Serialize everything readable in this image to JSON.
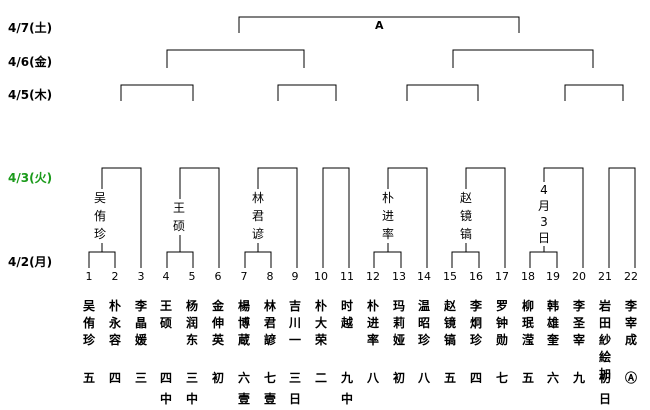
{
  "dates": [
    "4/7(土)",
    "4/6(金)",
    "4/5(木)",
    "4/3(火)",
    "4/2(月)"
  ],
  "final_winner": "A",
  "slots": [
    {
      "num": "1",
      "name": "吴侑珍",
      "rank": "五"
    },
    {
      "num": "2",
      "name": "朴永容",
      "rank": "四"
    },
    {
      "num": "3",
      "name": "李晶媛",
      "rank": "三"
    },
    {
      "num": "4",
      "name": "王硕",
      "rank": "四中"
    },
    {
      "num": "5",
      "name": "杨润东",
      "rank": "三中"
    },
    {
      "num": "6",
      "name": "金伸英",
      "rank": "初"
    },
    {
      "num": "7",
      "name": "楊博蔵",
      "rank": "六壹"
    },
    {
      "num": "8",
      "name": "林君諺",
      "rank": "七壹"
    },
    {
      "num": "9",
      "name": "吉川一",
      "rank": "三日"
    },
    {
      "num": "10",
      "name": "朴大荣",
      "rank": "二"
    },
    {
      "num": "11",
      "name": "时越",
      "rank": "九中"
    },
    {
      "num": "12",
      "name": "朴进率",
      "rank": "八"
    },
    {
      "num": "13",
      "name": "玛莉娅",
      "rank": "初"
    },
    {
      "num": "14",
      "name": "温昭珍",
      "rank": "八"
    },
    {
      "num": "15",
      "name": "赵镜镐",
      "rank": "五"
    },
    {
      "num": "16",
      "name": "李炯珍",
      "rank": "四"
    },
    {
      "num": "17",
      "name": "罗钟勋",
      "rank": "七"
    },
    {
      "num": "18",
      "name": "柳珉滢",
      "rank": "五"
    },
    {
      "num": "19",
      "name": "韩雄奎",
      "rank": "六"
    },
    {
      "num": "20",
      "name": "李圣宰",
      "rank": "九"
    },
    {
      "num": "21",
      "name": "岩田紗絵加",
      "rank": "初日"
    },
    {
      "num": "22",
      "name": "李宰成",
      "rank": "Ⓐ"
    }
  ],
  "round_winners": [
    "吴侑珍",
    "王硕",
    "林君谚",
    "朴进率",
    "赵镜镐",
    "4月3日"
  ]
}
